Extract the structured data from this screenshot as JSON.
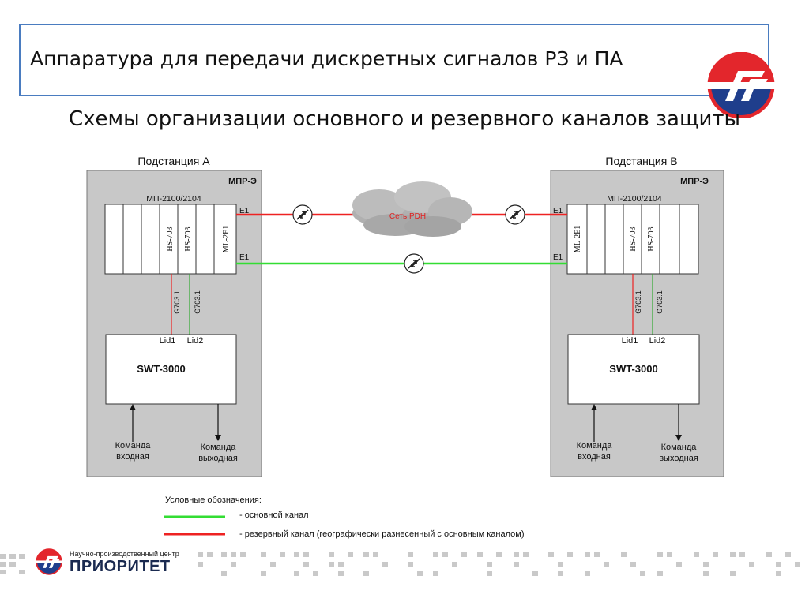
{
  "header": {
    "title": "Аппаратура для передачи дискретных сигналов РЗ и ПА",
    "subtitle": "Схемы организации основного и резервного каналов защиты"
  },
  "substation_a": {
    "label": "Подстанция А",
    "device": "МПР-Э",
    "mux": "МП-2100/2104",
    "cards": [
      "",
      "",
      "",
      "HS-703",
      "HS-703",
      "",
      "ML-2E1"
    ],
    "e1_top": "E1",
    "e1_bottom": "E1",
    "g703_left": "G703.1",
    "g703_right": "G703.1",
    "lid1": "Lid1",
    "lid2": "Lid2",
    "terminal": "SWT-3000",
    "cmd_in": [
      "Команда",
      "входная"
    ],
    "cmd_out": [
      "Команда",
      "выходная"
    ]
  },
  "substation_b": {
    "label": "Подстанция В",
    "device": "МПР-Э",
    "mux": "МП-2100/2104",
    "cards": [
      "ML-2E1",
      "",
      "",
      "HS-703",
      "HS-703",
      "",
      ""
    ],
    "e1_top": "E1",
    "e1_bottom": "E1",
    "g703_left": "G703.1",
    "g703_right": "G703.1",
    "lid1": "Lid1",
    "lid2": "Lid2",
    "terminal": "SWT-3000",
    "cmd_in": [
      "Команда",
      "входная"
    ],
    "cmd_out": [
      "Команда",
      "выходная"
    ]
  },
  "network": {
    "cloud_label": "Сеть PDH"
  },
  "legend": {
    "heading": "Условные обозначения:",
    "main_channel": "- основной канал",
    "reserve_channel": "- резервный канал (географически разнесенный с основным каналом)"
  },
  "footer": {
    "org_caption": "Научно-производственный центр",
    "org_name": "ПРИОРИТЕТ"
  },
  "colors": {
    "main_channel": "#33dd33",
    "reserve_channel": "#ee2222",
    "substation_fill": "#c8c8c8",
    "logo_red": "#e3262c",
    "logo_blue": "#1f3e8c",
    "border_blue": "#4a7cc0"
  },
  "icons": [
    "company-logo-icon",
    "converter-icon",
    "pdh-cloud-icon",
    "arrow-up-icon",
    "arrow-down-icon"
  ]
}
